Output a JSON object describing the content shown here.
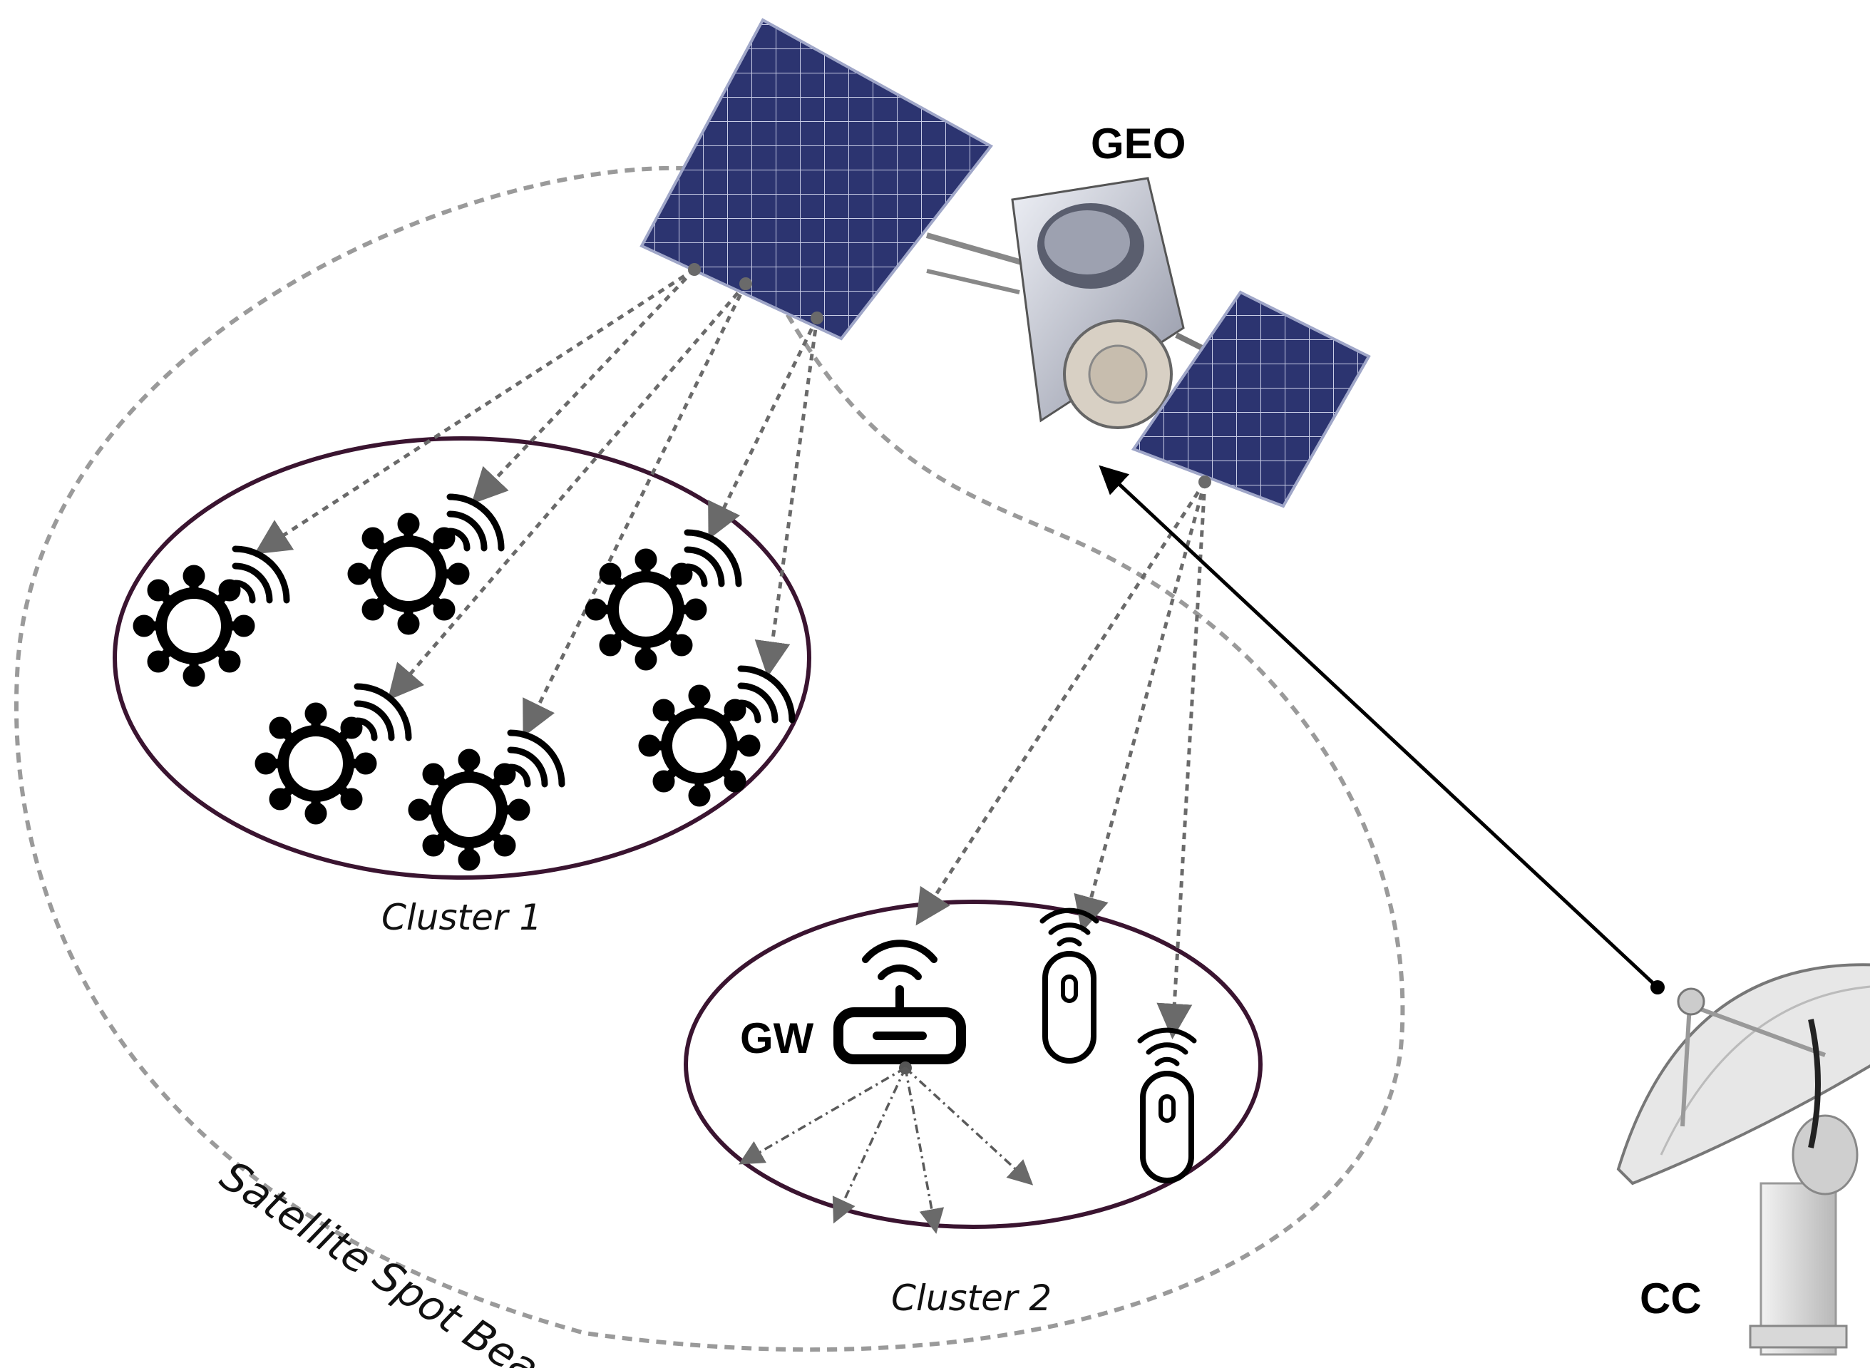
{
  "labels": {
    "geo": "GEO",
    "cc": "CC",
    "gw": "GW",
    "cluster1": "Cluster 1",
    "cluster2": "Cluster 2",
    "spot_beam": "Satellite Spot Beam"
  },
  "icons": {
    "satellite": "geo-satellite-icon",
    "ground_station": "dish-antenna-icon",
    "iot_sensor": "virus-sensor-wireless-icon",
    "gateway": "router-wireless-icon",
    "remote_device": "remote-wireless-icon"
  },
  "colors": {
    "cluster_outline": "#3a1430",
    "beam_outline": "#9a9a9a",
    "solar_panel": "#2c3470",
    "link_dashed": "#6a6a6a"
  }
}
